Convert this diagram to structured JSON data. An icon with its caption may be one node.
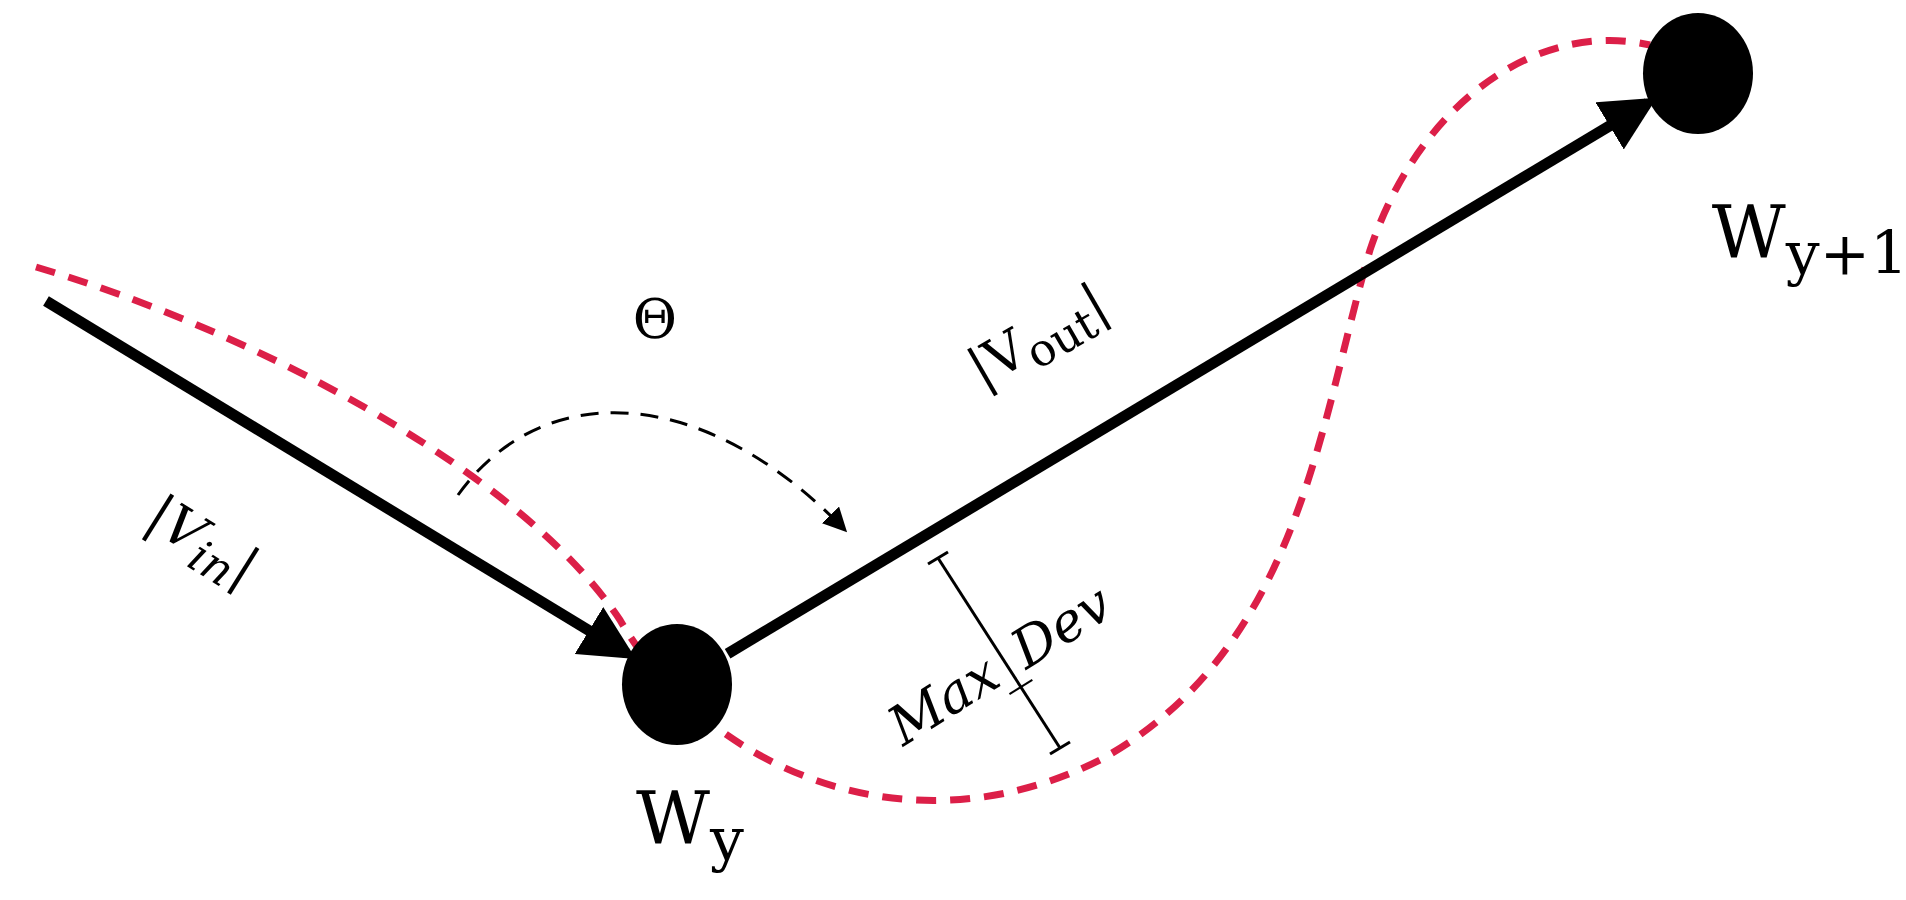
{
  "diagram": {
    "nodes": [
      {
        "text": [],
        "shape": "circle",
        "beside": [
          "W$_{y}$"
        ]
      },
      {
        "text": [],
        "shape": "circle",
        "beside": [
          "W$_{y+1}$"
        ]
      }
    ],
    "edges": [
      {
        "from": null,
        "to": 0,
        "arrow": "to",
        "label": "|V$_{in}$|"
      },
      {
        "from": 0,
        "to": 1,
        "arrow": "to",
        "label": "|V$_{out}$|"
      }
    ],
    "labels": [
      "Θ",
      "Max_Dev"
    ]
  }
}
